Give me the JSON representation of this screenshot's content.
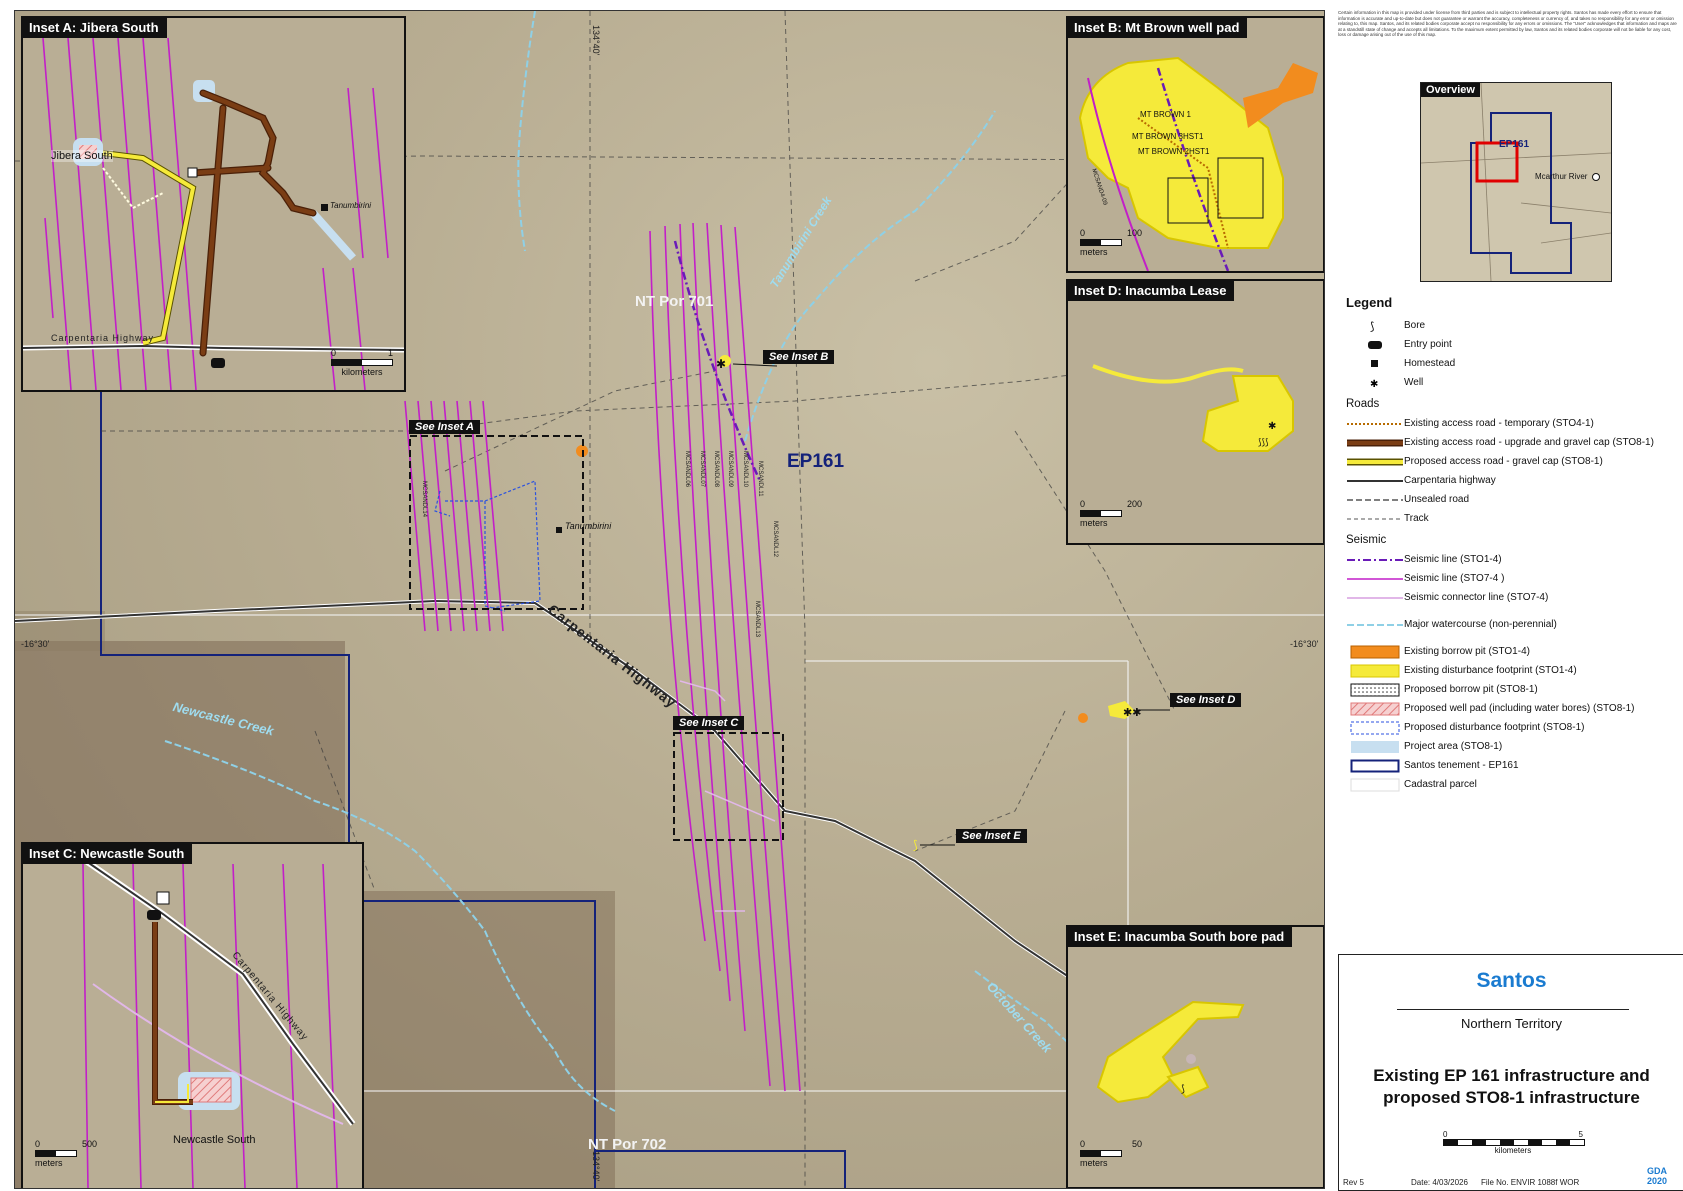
{
  "map": {
    "tenement_label": "EP161",
    "parcels": [
      "NT Por 701",
      "NT Por 702"
    ],
    "creeks": [
      "Tanumbirini Creek",
      "Newcastle Creek",
      "October Creek"
    ],
    "highway_label": "Carpentaria Highway",
    "homestead": "Tanumbirini",
    "lat_left": "-16°30'",
    "lat_right": "-16°30'",
    "lon_top": "134°40'",
    "lon_bottom": "134°40'",
    "callouts": {
      "a": "See Inset A",
      "b": "See Inset B",
      "c": "See Inset C",
      "d": "See Inset D",
      "e": "See Inset E"
    },
    "seismic_labels": [
      "MCSANDL06",
      "MCSANDL07",
      "MCSANDL08",
      "MCSANDL09",
      "MCSANDL10",
      "MCSANDL11",
      "MCSANDL12",
      "MCSANDL13",
      "MCSANDL14"
    ]
  },
  "insets": {
    "a": {
      "title": "Inset A: Jibera South",
      "site": "Jibera South",
      "homestead": "Tanumbirini",
      "highway": "Carpentaria Highway",
      "scale_start": "0",
      "scale_end": "1",
      "scale_unit": "kilometers"
    },
    "b": {
      "title": "Inset B: Mt Brown well pad",
      "wells": [
        "MT BROWN 1",
        "MT BROWN 3HST1",
        "MT BROWN 2HST1"
      ],
      "line": "MCSAND4-09",
      "scale_start": "0",
      "scale_end": "100",
      "scale_unit": "meters"
    },
    "c": {
      "title": "Inset C: Newcastle South",
      "site": "Newcastle South",
      "highway": "Carpentaria Highway",
      "scale_start": "0",
      "scale_end": "500",
      "scale_unit": "meters"
    },
    "d": {
      "title": "Inset D: Inacumba Lease",
      "scale_start": "0",
      "scale_end": "200",
      "scale_unit": "meters"
    },
    "e": {
      "title": "Inset E: Inacumba South bore pad",
      "scale_start": "0",
      "scale_end": "50",
      "scale_unit": "meters"
    }
  },
  "disclaimer": "Certain information in this map is provided under license from third parties and is subject to intellectual property rights. Santos has made every effort to ensure that information is accurate and up-to-date but does not guarantee or warrant the accuracy, completeness or currency of, and takes no responsibility for any error or omission relating to, this map. Santos, and its related bodies corporate accept no responsibility for any errors or omissions. The \"User\" acknowledges that information and maps are at a standstill state of change and accepts all limitations. To the maximum extent permitted by law, Santos and its related bodies corporate will not be liable for any cost, loss or damage arising out of the use of this map.",
  "overview": {
    "title": "Overview",
    "tenement": "EP161",
    "town": "Mcarthur River"
  },
  "legend": {
    "title": "Legend",
    "points": [
      {
        "icon": "bore",
        "label": "Bore"
      },
      {
        "icon": "entry",
        "label": "Entry point"
      },
      {
        "icon": "homestead",
        "label": "Homestead"
      },
      {
        "icon": "well",
        "label": "Well"
      }
    ],
    "roads_title": "Roads",
    "roads": [
      {
        "style": "dotted-orange",
        "label": "Existing access road - temporary (STO4-1)"
      },
      {
        "style": "brown-cased",
        "label": "Existing access road - upgrade and gravel cap (STO8-1)"
      },
      {
        "style": "yellow-cased",
        "label": "Proposed access road - gravel cap (STO8-1)"
      },
      {
        "style": "solid-dark",
        "label": "Carpentaria highway"
      },
      {
        "style": "dashed-grey",
        "label": "Unsealed road"
      },
      {
        "style": "dashed-fine",
        "label": "Track"
      }
    ],
    "seismic_title": "Seismic",
    "seismic": [
      {
        "style": "dashdot-purple",
        "label": "Seismic line (STO1-4)"
      },
      {
        "style": "solid-magenta",
        "label": "Seismic line (STO7-4 )"
      },
      {
        "style": "solid-lilac",
        "label": "Seismic connector line (STO7-4)"
      }
    ],
    "water": [
      {
        "style": "dashed-blue",
        "label": "Major watercourse (non-perennial)"
      }
    ],
    "areas": [
      {
        "style": "orange",
        "label": "Existing borrow pit (STO1-4)"
      },
      {
        "style": "yellow",
        "label": "Existing disturbance footprint (STO1-4)"
      },
      {
        "style": "stipple",
        "label": "Proposed borrow pit (STO8-1)"
      },
      {
        "style": "hatch-pink",
        "label": "Proposed well pad (including water bores)  (STO8-1)"
      },
      {
        "style": "dashed-navy",
        "label": "Proposed disturbance footprint (STO8-1)"
      },
      {
        "style": "lightblue",
        "label": "Project area (STO8-1)"
      },
      {
        "style": "navy-outline",
        "label": "Santos tenement - EP161"
      },
      {
        "style": "white-outline",
        "label": "Cadastral parcel"
      }
    ]
  },
  "titlebox": {
    "brand": "Santos",
    "state": "Northern Territory",
    "title": "Existing EP 161 infrastructure  and proposed STO8-1 infrastructure",
    "scale_start": "0",
    "scale_end": "5",
    "scale_unit": "kilometers",
    "rev": "Rev 5",
    "date": "Date: 4/03/2026",
    "file": "File No. ENVIR 1088f WOR",
    "datum": "GDA 2020"
  },
  "colors": {
    "seismic_magenta": "#c21fc8",
    "seismic_purple": "#6a1bb8",
    "tenement_navy": "#14227a",
    "access_brown": "#7a3d14",
    "gravel_yellow": "#f5ea3a",
    "borrow_orange": "#f28c1e",
    "water_blue": "#8fd0e6",
    "brand_blue": "#1a7bd0"
  }
}
